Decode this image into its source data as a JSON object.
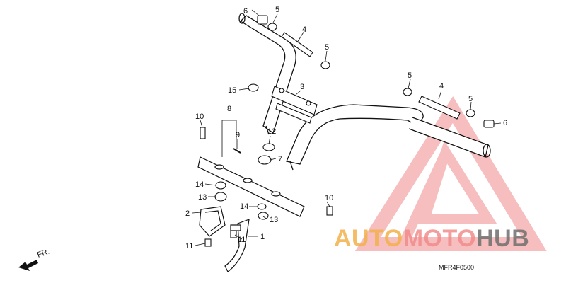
{
  "diagram": {
    "figure_code": "MFR4F0500",
    "direction_label": "FR.",
    "callouts": {
      "c1": "1",
      "c2": "2",
      "c3": "3",
      "c4a": "4",
      "c4b": "4",
      "c5a": "5",
      "c5b": "5",
      "c5c": "5",
      "c5d": "5",
      "c6a": "6",
      "c6b": "6",
      "c7": "7",
      "c8": "8",
      "c9": "9",
      "c10a": "10",
      "c10b": "10",
      "c11a": "11",
      "c11b": "11",
      "c12": "12",
      "c13a": "13",
      "c13b": "13",
      "c14a": "14",
      "c14b": "14",
      "c15": "15"
    }
  },
  "watermark": {
    "part1": "AUTO",
    "part2": "MOTO",
    "part3": "HUB",
    "colors": {
      "auto": "#f3b24b",
      "moto": "#f28c8c",
      "hub": "#6f6f6f",
      "triangle": "#f08a8a"
    }
  }
}
